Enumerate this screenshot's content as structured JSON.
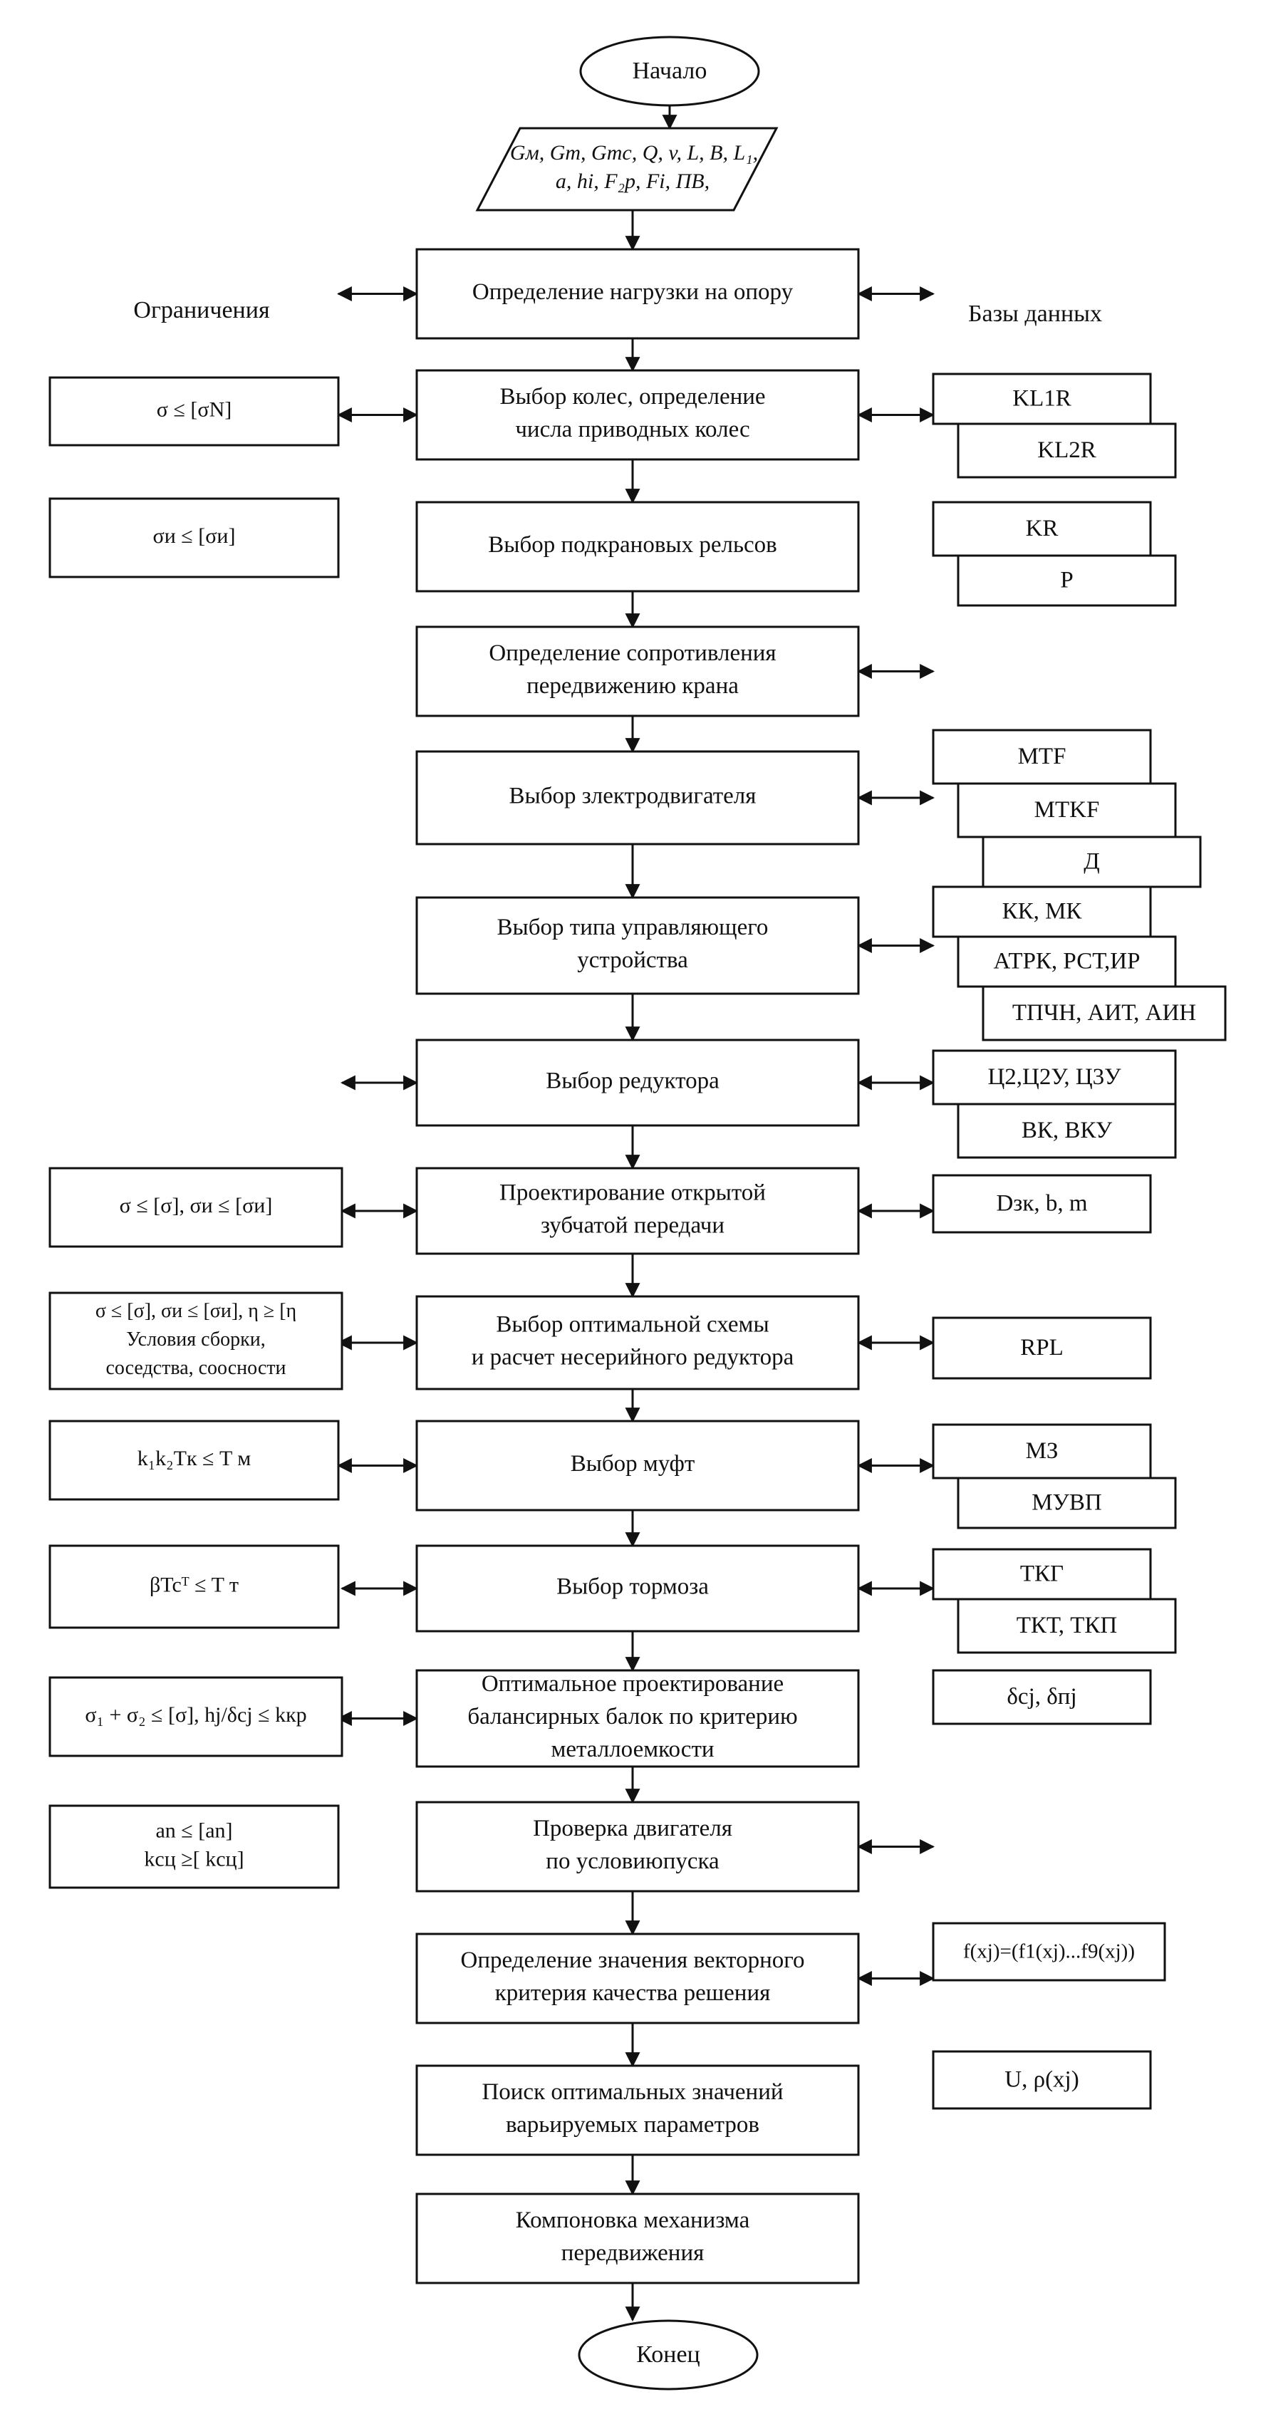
{
  "start": "Начало",
  "end": "Конец",
  "inputs": {
    "line1": "Gм, Gm, Gmc, Q, v, L, B, L₁,",
    "line2": "a, hi, F₂p, Fi, ПВ,"
  },
  "headers": {
    "constraints": "Ограничения",
    "databases": "Базы данных"
  },
  "steps": [
    {
      "lines": [
        "Определение нагрузки на опору"
      ]
    },
    {
      "lines": [
        "Выбор колес, определение",
        "числа приводных колес"
      ]
    },
    {
      "lines": [
        "Выбор подкрановых рельсов"
      ]
    },
    {
      "lines": [
        "Определение сопротивления",
        "передвижению крана"
      ]
    },
    {
      "lines": [
        "Выбор злектродвигателя"
      ]
    },
    {
      "lines": [
        "Выбор типа управляющего",
        "устройства"
      ]
    },
    {
      "lines": [
        "Выбор редуктора"
      ]
    },
    {
      "lines": [
        "Проектирование открытой",
        "зубчатой передачи"
      ]
    },
    {
      "lines": [
        "Выбор оптимальной схемы",
        "и расчет  несерийного редуктора"
      ]
    },
    {
      "lines": [
        "Выбор муфт"
      ]
    },
    {
      "lines": [
        "Выбор тормоза"
      ]
    },
    {
      "lines": [
        "Оптимальное проектирование",
        "балансирных балок по критерию",
        "металлоемкости"
      ]
    },
    {
      "lines": [
        "Проверка двигателя",
        "по условиюпуска"
      ]
    },
    {
      "lines": [
        "Определение значения  векторного",
        "критерия качества решения"
      ]
    },
    {
      "lines": [
        "Поиск оптимальных значений",
        "варьируемых параметров"
      ]
    },
    {
      "lines": [
        "Компоновка механизма",
        "передвижения"
      ]
    }
  ],
  "constraints": {
    "c1": [
      "σ ≤ [σN]"
    ],
    "c2": [
      "σи ≤ [σи]"
    ],
    "c7": [
      "σ ≤ [σ], σи ≤ [σи]"
    ],
    "c8": [
      "σ ≤ [σ], σи ≤ [σи], η ≥ [η",
      "Условия сборки,",
      "соседства, соосности"
    ],
    "c9": [
      "k₁k₂Tк ≤ T м"
    ],
    "c10": [
      "βTcᵀ ≤ T т"
    ],
    "c11": [
      "σ₁ + σ₂  ≤ [σ], hj/δcj ≤ kкр"
    ],
    "c12": [
      "an ≤ [an]",
      "kсц ≥[ kсц]"
    ]
  },
  "databases": {
    "d1": [
      "KL1R",
      "KL2R"
    ],
    "d2": [
      "KR",
      "P"
    ],
    "d4": [
      "MTF",
      "MTKF",
      "Д"
    ],
    "d5": [
      "КК, МК",
      "АТРК, РСТ,ИР",
      "ТПЧН, АИТ, АИН"
    ],
    "d6": [
      "Ц2,Ц2У, Ц3У",
      "ВК, ВКУ"
    ],
    "d7": [
      "Dзк, b, m"
    ],
    "d8": [
      "RPL"
    ],
    "d9": [
      "МЗ",
      "МУВП"
    ],
    "d10": [
      "ТКГ",
      "ТКТ, ТКП"
    ],
    "d11": [
      "δcj, δпj"
    ],
    "d13": [
      "f(xj)=(f1(xj)...f9(xj))"
    ],
    "d14": [
      "U, ρ(xj)"
    ]
  }
}
